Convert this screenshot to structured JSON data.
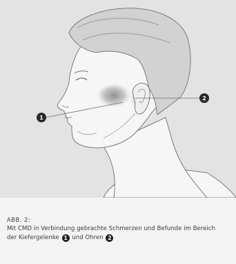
{
  "figure": {
    "callouts": [
      {
        "number": "1",
        "target": "jaw-joint"
      },
      {
        "number": "2",
        "target": "ear"
      }
    ],
    "colors": {
      "panel_bg": "#e4e3e3",
      "skin": "#f7f6f6",
      "hair": "#cfcfcf",
      "outline": "#7a7a7a",
      "pain_highlight": "#8a8a8a",
      "callout_fill": "#2a2a2a"
    }
  },
  "caption": {
    "heading": "ABB. 2:",
    "line1": "Mit CMD in Verbindung gebrachte Schmerzen und Befunde im Bereich",
    "line2_prefix": "der Kiefergelenke",
    "badge1": "1",
    "line2_middle": "und Ohren",
    "badge2": "2"
  }
}
